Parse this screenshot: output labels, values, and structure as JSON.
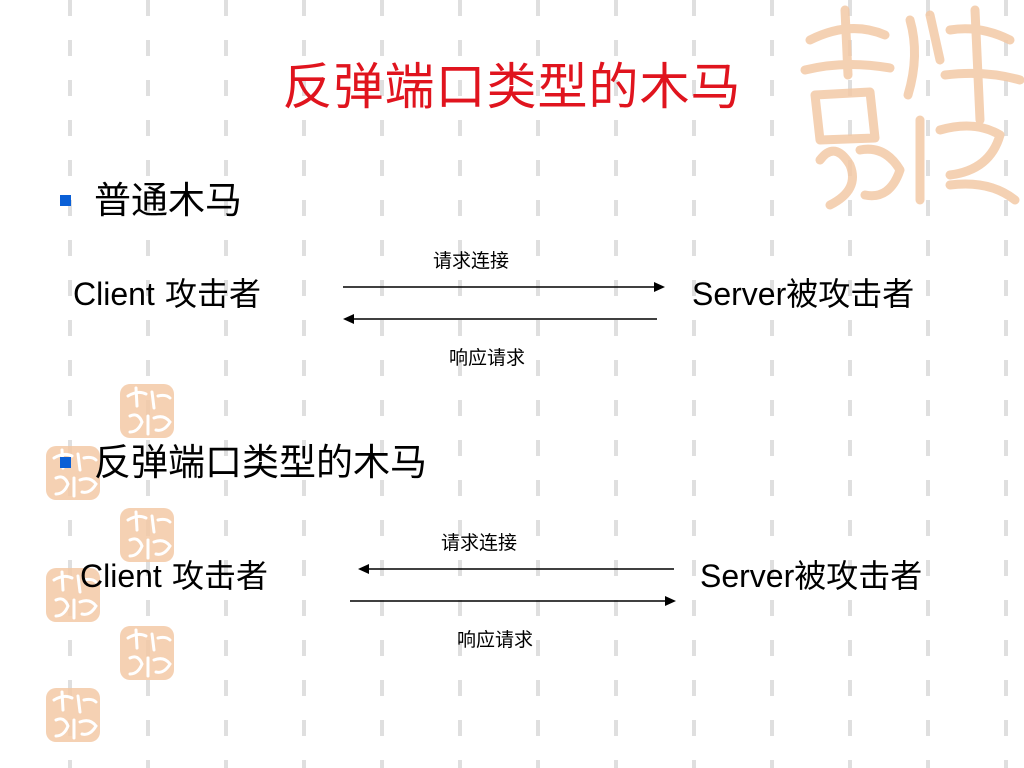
{
  "slide": {
    "title": "反弹端口类型的木马",
    "title_color": "#e0141e",
    "background_color": "#ffffff",
    "bullet_color": "#0a5fd6",
    "watermark": {
      "icon": "auspicious-calligraphy-watermark",
      "text": "吉祥如意",
      "color": "#f3c9a6"
    }
  },
  "sections": [
    {
      "bullet": "普通木马",
      "client_label": "Client",
      "client_role": " 攻击者",
      "server_label": "Server",
      "server_role": "被攻击者",
      "top_arrow_label": "请求连接",
      "top_arrow_direction": "right",
      "bottom_arrow_label": "响应请求",
      "bottom_arrow_direction": "left"
    },
    {
      "bullet": "反弹端口类型的木马",
      "client_label": "Client",
      "client_role": " 攻击者",
      "server_label": "Server",
      "server_role": "被攻击者",
      "top_arrow_label": "请求连接",
      "top_arrow_direction": "left",
      "bottom_arrow_label": "响应请求",
      "bottom_arrow_direction": "right"
    }
  ]
}
